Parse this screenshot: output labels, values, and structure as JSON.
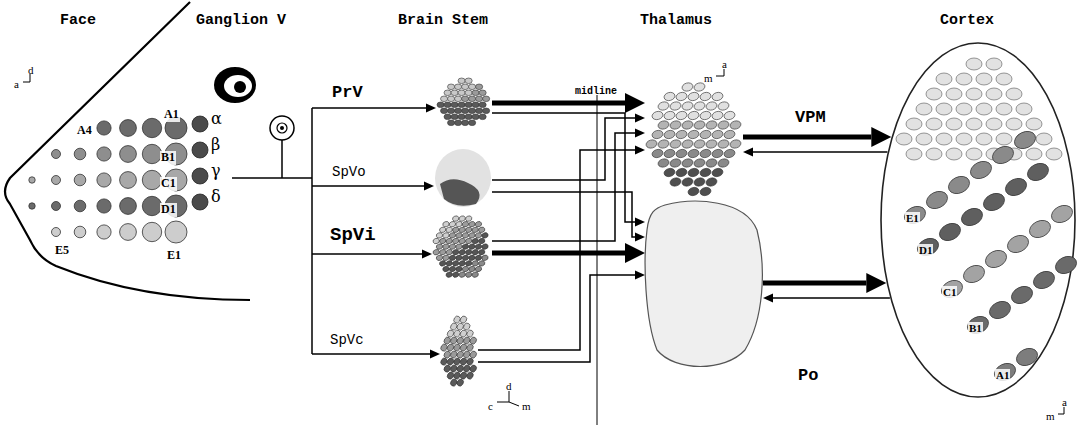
{
  "diagram": {
    "nodes": [
      {
        "text": [
          "PrV"
        ]
      },
      {
        "text": [
          "SpVo"
        ]
      },
      {
        "text": [
          "SpVi"
        ]
      },
      {
        "text": [
          "SpVc"
        ]
      },
      {
        "text": [
          "VPM"
        ]
      },
      {
        "text": [
          "Po"
        ]
      },
      {
        "text": [
          "E1",
          "D1",
          "C1",
          "B1",
          "A1"
        ]
      }
    ],
    "edges": [
      {
        "from": 0,
        "to": 4,
        "arrow": "to"
      },
      {
        "from": 0,
        "to": 5,
        "arrow": "to"
      },
      {
        "from": 1,
        "to": 4,
        "arrow": "to"
      },
      {
        "from": 1,
        "to": 5,
        "arrow": "to"
      },
      {
        "from": 2,
        "to": 4,
        "arrow": "to"
      },
      {
        "from": 2,
        "to": 5,
        "arrow": "to"
      },
      {
        "from": 3,
        "to": 4,
        "arrow": "to"
      },
      {
        "from": 3,
        "to": 5,
        "arrow": "to"
      },
      {
        "from": 4,
        "to": 6,
        "arrow": "to"
      },
      {
        "from": 6,
        "to": 4,
        "arrow": "to"
      },
      {
        "from": 5,
        "to": 6,
        "arrow": "to"
      },
      {
        "from": 6,
        "to": 5,
        "arrow": "to"
      }
    ],
    "labels": [
      "Face",
      "Ganglion V",
      "Brain Stem",
      "Thalamus",
      "Cortex",
      "a",
      "d",
      "A1",
      "α",
      "A4",
      "B1",
      "β",
      "C1",
      "γ",
      "D1",
      "δ",
      "E5",
      "E1",
      "d",
      "c",
      "m",
      "midline",
      "a",
      "m",
      "a",
      "m"
    ]
  }
}
